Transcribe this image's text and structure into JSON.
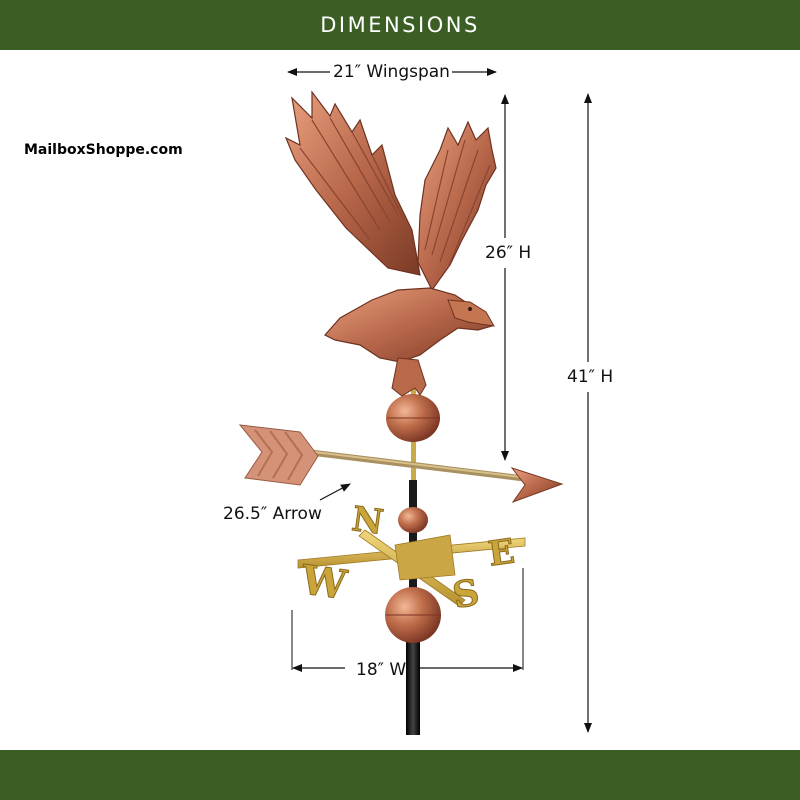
{
  "header": {
    "title": "DIMENSIONS"
  },
  "watermark": "MailboxShoppe.com",
  "dimensions": {
    "wingspan": "21″ Wingspan",
    "eagle_height": "26″ H",
    "total_height": "41″ H",
    "arrow_length": "26.5″  Arrow",
    "directional_width": "18″ W"
  },
  "compass_letters": {
    "north": "N",
    "south": "S",
    "east": "E",
    "west": "W"
  },
  "colors": {
    "brand_green": "#3b5e24",
    "copper": "#b8694a",
    "copper_dark": "#7a3a25",
    "brass": "#d4b14a",
    "pole": "#111111"
  },
  "product": {
    "name": "eagle weathervane illustration"
  }
}
